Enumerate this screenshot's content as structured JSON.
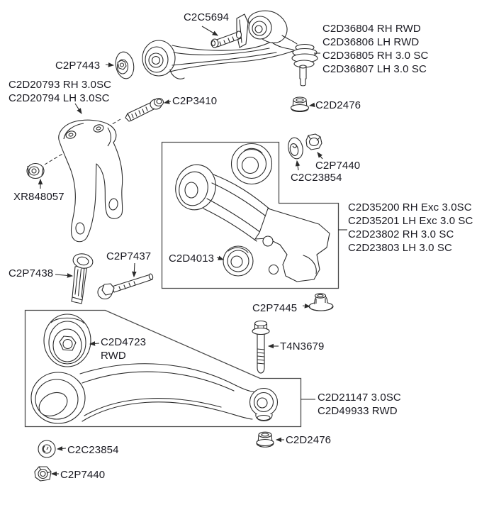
{
  "figure": {
    "background": "#ffffff",
    "line_color": "#2b2b2b",
    "box_color": "#4a4a4a",
    "text_color": "#1a1a22"
  },
  "labels": {
    "c2c5694": "C2C5694",
    "c2p7443": "C2P7443",
    "c2d20793": "C2D20793 RH 3.0SC",
    "c2d20794": "C2D20794 LH 3.0SC",
    "c2p3410": "C2P3410",
    "xr848057": "XR848057",
    "c2d2476_top": "C2D2476",
    "c2p7440_mid": "C2P7440",
    "c2c23854_mid": "C2C23854",
    "c2d4013": "C2D4013",
    "c2p7437": "C2P7437",
    "c2p7438": "C2P7438",
    "c2p7445": "C2P7445",
    "t4n3679": "T4N3679",
    "c2d4723_line1": "C2D4723",
    "c2d4723_line2": "RWD",
    "c2c23854_bottom": "C2C23854",
    "c2p7440_bottom": "C2P7440",
    "c2d2476_bottom": "C2D2476"
  },
  "groups": {
    "upper_arm": {
      "lines": [
        "C2D36804 RH RWD",
        "C2D36806 LH RWD",
        "C2D36805 RH 3.0 SC",
        "C2D36807 LH 3.0 SC"
      ]
    },
    "mid_arm": {
      "lines": [
        "C2D35200 RH Exc 3.0SC",
        "C2D35201 LH Exc 3.0 SC",
        "C2D23802 RH 3.0 SC",
        "C2D23803 LH 3.0 SC"
      ]
    },
    "lower_arm": {
      "lines": [
        "C2D21147 3.0SC",
        "C2D49933 RWD"
      ]
    }
  }
}
